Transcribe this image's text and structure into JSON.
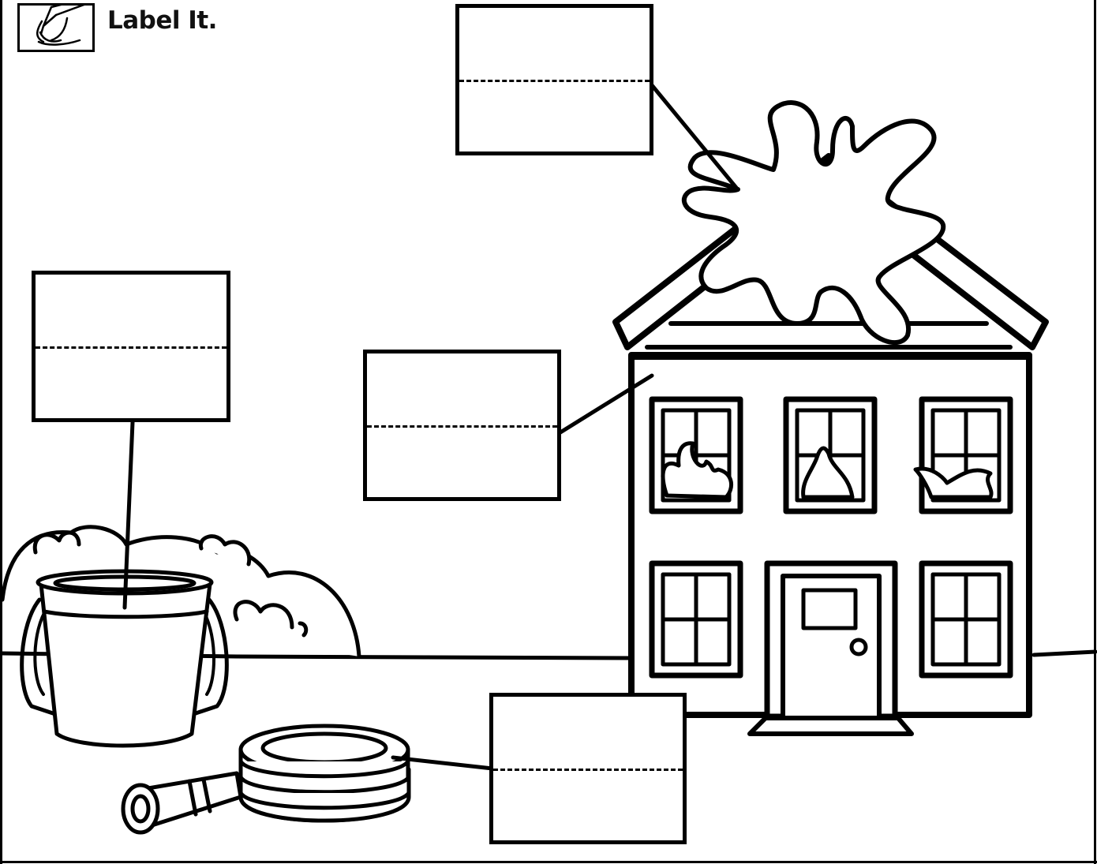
{
  "header": {
    "title": "Label It.",
    "icon": "pencil-writing-icon"
  },
  "label_boxes": [
    {
      "id": "splash-label",
      "points_to": "water-splash"
    },
    {
      "id": "bucket-label",
      "points_to": "bucket"
    },
    {
      "id": "house-label",
      "points_to": "house"
    },
    {
      "id": "hose-label",
      "points_to": "hose"
    }
  ],
  "colors": {
    "ink": "#000000",
    "paper": "#ffffff"
  }
}
